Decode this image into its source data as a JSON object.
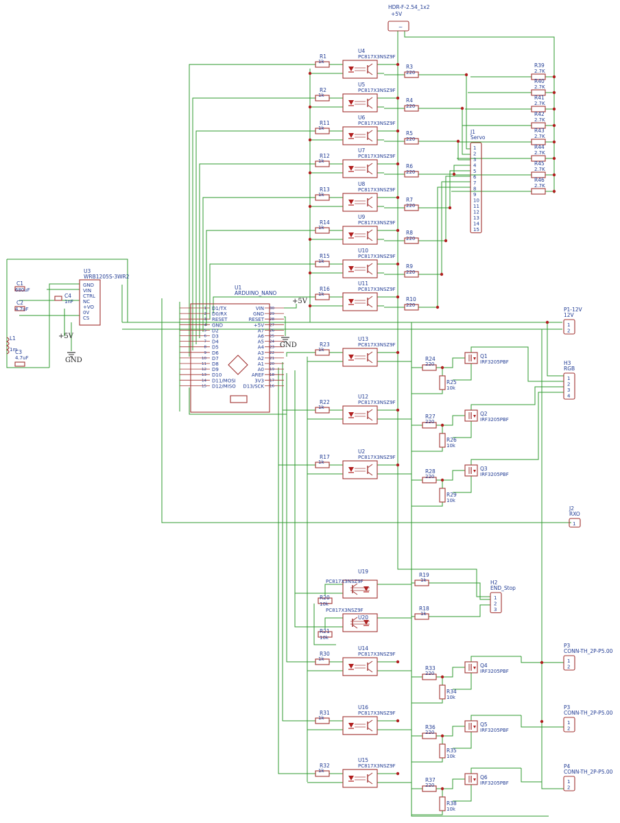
{
  "colors": {
    "wire": "#2c9a2c",
    "component": "#a0302f",
    "label": "#1f3a93",
    "junction": "#b01e1e"
  },
  "header": {
    "ref": "HDR-F-2.54_1x2",
    "value": "+5V",
    "symbol": "~"
  },
  "power_module": {
    "ref": "U3",
    "part": "WRB1205S-3WR2",
    "pins": [
      "GND",
      "VIN",
      "CTRL",
      "NC",
      "+VO",
      "0V",
      "CS"
    ],
    "c1": {
      "ref": "C1",
      "value": "680uF"
    },
    "c2": {
      "ref": "C2",
      "value": "4.7uF"
    },
    "c3": {
      "ref": "C3",
      "value": "4.7uF"
    },
    "c4": {
      "ref": "C4",
      "value": "1nF"
    },
    "l1": {
      "ref": "L1",
      "value": "1m"
    },
    "plus5": "+5V",
    "gnd": "GND"
  },
  "nano": {
    "ref": "U1",
    "part": "ARDUINO_NANO",
    "left_pins": [
      "D1/TX",
      "D0/RX",
      "RESET",
      "GND",
      "D2",
      "D3",
      "D4",
      "D5",
      "D6",
      "D7",
      "D8",
      "D9",
      "D10",
      "D11/MOSI",
      "D12/MISO"
    ],
    "left_nums": [
      "1",
      "2",
      "3",
      "4",
      "5",
      "6",
      "7",
      "8",
      "9",
      "10",
      "11",
      "12",
      "13",
      "14",
      "15"
    ],
    "right_pins": [
      "VIN",
      "GND",
      "RESET",
      "+5V",
      "A7",
      "A6",
      "A5",
      "A4",
      "A3",
      "A2",
      "A1",
      "A0",
      "AREF",
      "3V3",
      "D13/SCK"
    ],
    "right_nums": [
      "30",
      "29",
      "28",
      "27",
      "26",
      "25",
      "24",
      "23",
      "22",
      "21",
      "20",
      "19",
      "18",
      "17",
      "16"
    ],
    "plus5": "+5V",
    "gnd": "GND"
  },
  "servo_opto": [
    {
      "r_in": "R1",
      "u": "U4",
      "r_out": "R3"
    },
    {
      "r_in": "R2",
      "u": "U5",
      "r_out": "R4"
    },
    {
      "r_in": "R11",
      "u": "U6",
      "r_out": "R5"
    },
    {
      "r_in": "R12",
      "u": "U7",
      "r_out": "R6"
    },
    {
      "r_in": "R13",
      "u": "U8",
      "r_out": "R7"
    },
    {
      "r_in": "R14",
      "u": "U9",
      "r_out": "R8"
    },
    {
      "r_in": "R15",
      "u": "U10",
      "r_out": "R9"
    },
    {
      "r_in": "R16",
      "u": "U11",
      "r_out": "R10"
    }
  ],
  "opto_part": "PC817X3NSZ9F",
  "r1k": "1k",
  "r220": "220",
  "r10k": "10k",
  "r27k": "2.7K",
  "pullups": [
    "R39",
    "R40",
    "R41",
    "R42",
    "R43",
    "R44",
    "R45",
    "R46"
  ],
  "servo_conn": {
    "ref": "J1",
    "value": "Servo",
    "pins": [
      "1",
      "2",
      "3",
      "4",
      "5",
      "6",
      "7",
      "8",
      "9",
      "10",
      "11",
      "12",
      "13",
      "14",
      "15"
    ]
  },
  "mosfet_part": "IRF3205PBF",
  "mosfet_channels": [
    {
      "r_in": "R23",
      "u": "U13",
      "r_g": "R24",
      "r_pd": "R25",
      "q": "Q1"
    },
    {
      "r_in": "R22",
      "u": "U12",
      "r_g": "R27",
      "r_pd": "R26",
      "q": "Q2"
    },
    {
      "r_in": "R17",
      "u": "U2",
      "r_g": "R28",
      "r_pd": "R29",
      "q": "Q3"
    },
    {
      "r_in": "R30",
      "u": "U14",
      "r_g": "R33",
      "r_pd": "R34",
      "q": "Q4"
    },
    {
      "r_in": "R31",
      "u": "U16",
      "r_g": "R36",
      "r_pd": "R35",
      "q": "Q5"
    },
    {
      "r_in": "R32",
      "u": "U15",
      "r_g": "R37",
      "r_pd": "R38",
      "q": "Q6"
    }
  ],
  "endstop_channels": [
    {
      "u": "U19",
      "r_pu": "R20",
      "r_out": "R19"
    },
    {
      "u": "U20",
      "r_pu": "R21",
      "r_out": "R18"
    }
  ],
  "connectors": {
    "p1": {
      "ref": "P1-12V",
      "value": "12V",
      "pins": [
        "1",
        "2"
      ]
    },
    "h3": {
      "ref": "H3",
      "value": "RGB",
      "pins": [
        "1",
        "2",
        "3",
        "4"
      ]
    },
    "j2": {
      "ref": "J2",
      "value": "RXO",
      "pins": [
        "1"
      ]
    },
    "h2": {
      "ref": "H2",
      "value": "END_Stop",
      "pins": [
        "1",
        "2",
        "3"
      ]
    },
    "p3a": {
      "ref": "P3",
      "value": "CONN-TH_2P-P5.00",
      "pins": [
        "1",
        "2"
      ]
    },
    "p3b": {
      "ref": "P3",
      "value": "CONN-TH_2P-P5.00",
      "pins": [
        "1",
        "2"
      ]
    },
    "p4": {
      "ref": "P4",
      "value": "CONN-TH_2P-P5.00",
      "pins": [
        "1",
        "2"
      ]
    }
  }
}
